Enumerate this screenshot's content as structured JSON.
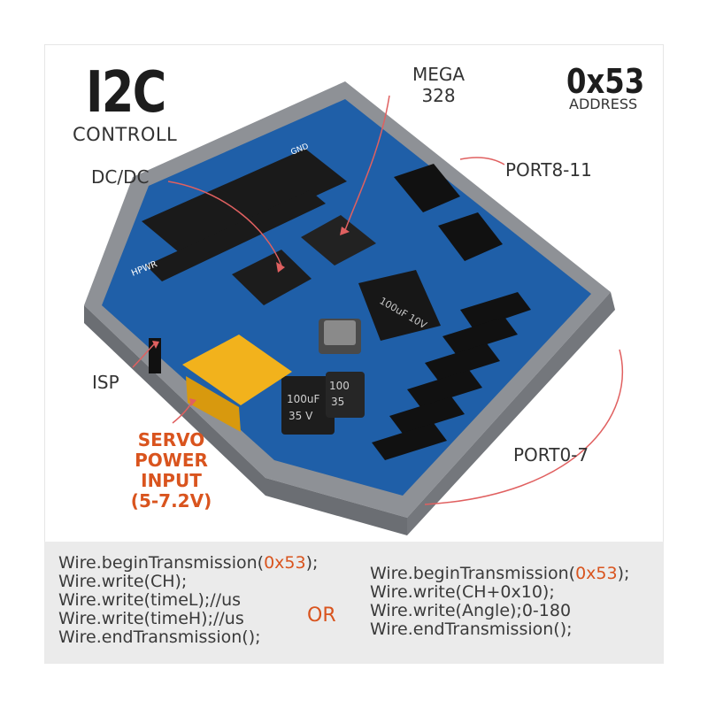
{
  "title": {
    "main": "I2C",
    "sub": "CONTROLL"
  },
  "address": {
    "value": "0x53",
    "label": "ADDRESS"
  },
  "labels": {
    "mega_line1": "MEGA",
    "mega_line2": "328",
    "dcdc": "DC/DC",
    "port8_11": "PORT8-11",
    "isp": "ISP",
    "port0_7": "PORT0-7",
    "servo_line1": "SERVO",
    "servo_line2": "POWER",
    "servo_line3": "INPUT",
    "servo_line4": "(5-7.2V)"
  },
  "board_silkscreen": {
    "hpwr": "HPWR",
    "gnd": "GND",
    "cap1": "100uF 10V",
    "cap2": "100uF",
    "cap2_v": "35 V",
    "cap3": "100",
    "cap3_v": "35"
  },
  "code_left": {
    "l1_pre": "Wire.beginTransmission(",
    "l1_hex": "0x53",
    "l1_post": ");",
    "l2": "Wire.write(CH);",
    "l3": "Wire.write(timeL);//us",
    "l4": "Wire.write(timeH);//us",
    "l5": "Wire.endTransmission();"
  },
  "code_or": "OR",
  "code_right": {
    "l1_pre": "Wire.beginTransmission(",
    "l1_hex": "0x53",
    "l1_post": ");",
    "l2": "Wire.write(CH+0x10);",
    "l3": "Wire.write(Angle);0-180",
    "l4": "Wire.endTransmission();"
  },
  "colors": {
    "accent": "#d9541e",
    "pcb": "#1f5fa8",
    "case": "#8e9196",
    "header": "#1a1a1a",
    "connector": "#f2b21c"
  }
}
